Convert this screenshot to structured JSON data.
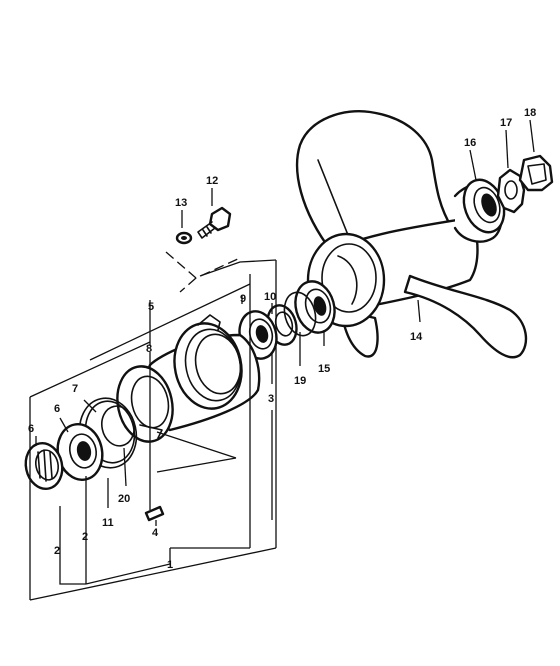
{
  "callouts": {
    "c1": "1",
    "c2a": "2",
    "c2b": "2",
    "c3": "3",
    "c4": "4",
    "c5": "5",
    "c6a": "6",
    "c6b": "6",
    "c7": "7",
    "c8": "8",
    "c9": "9",
    "c10": "10",
    "c11": "11",
    "c12": "12",
    "c13": "13",
    "c14": "14",
    "c15": "15",
    "c16": "16",
    "c17": "17",
    "c18": "18",
    "c19": "19",
    "c20": "20"
  }
}
